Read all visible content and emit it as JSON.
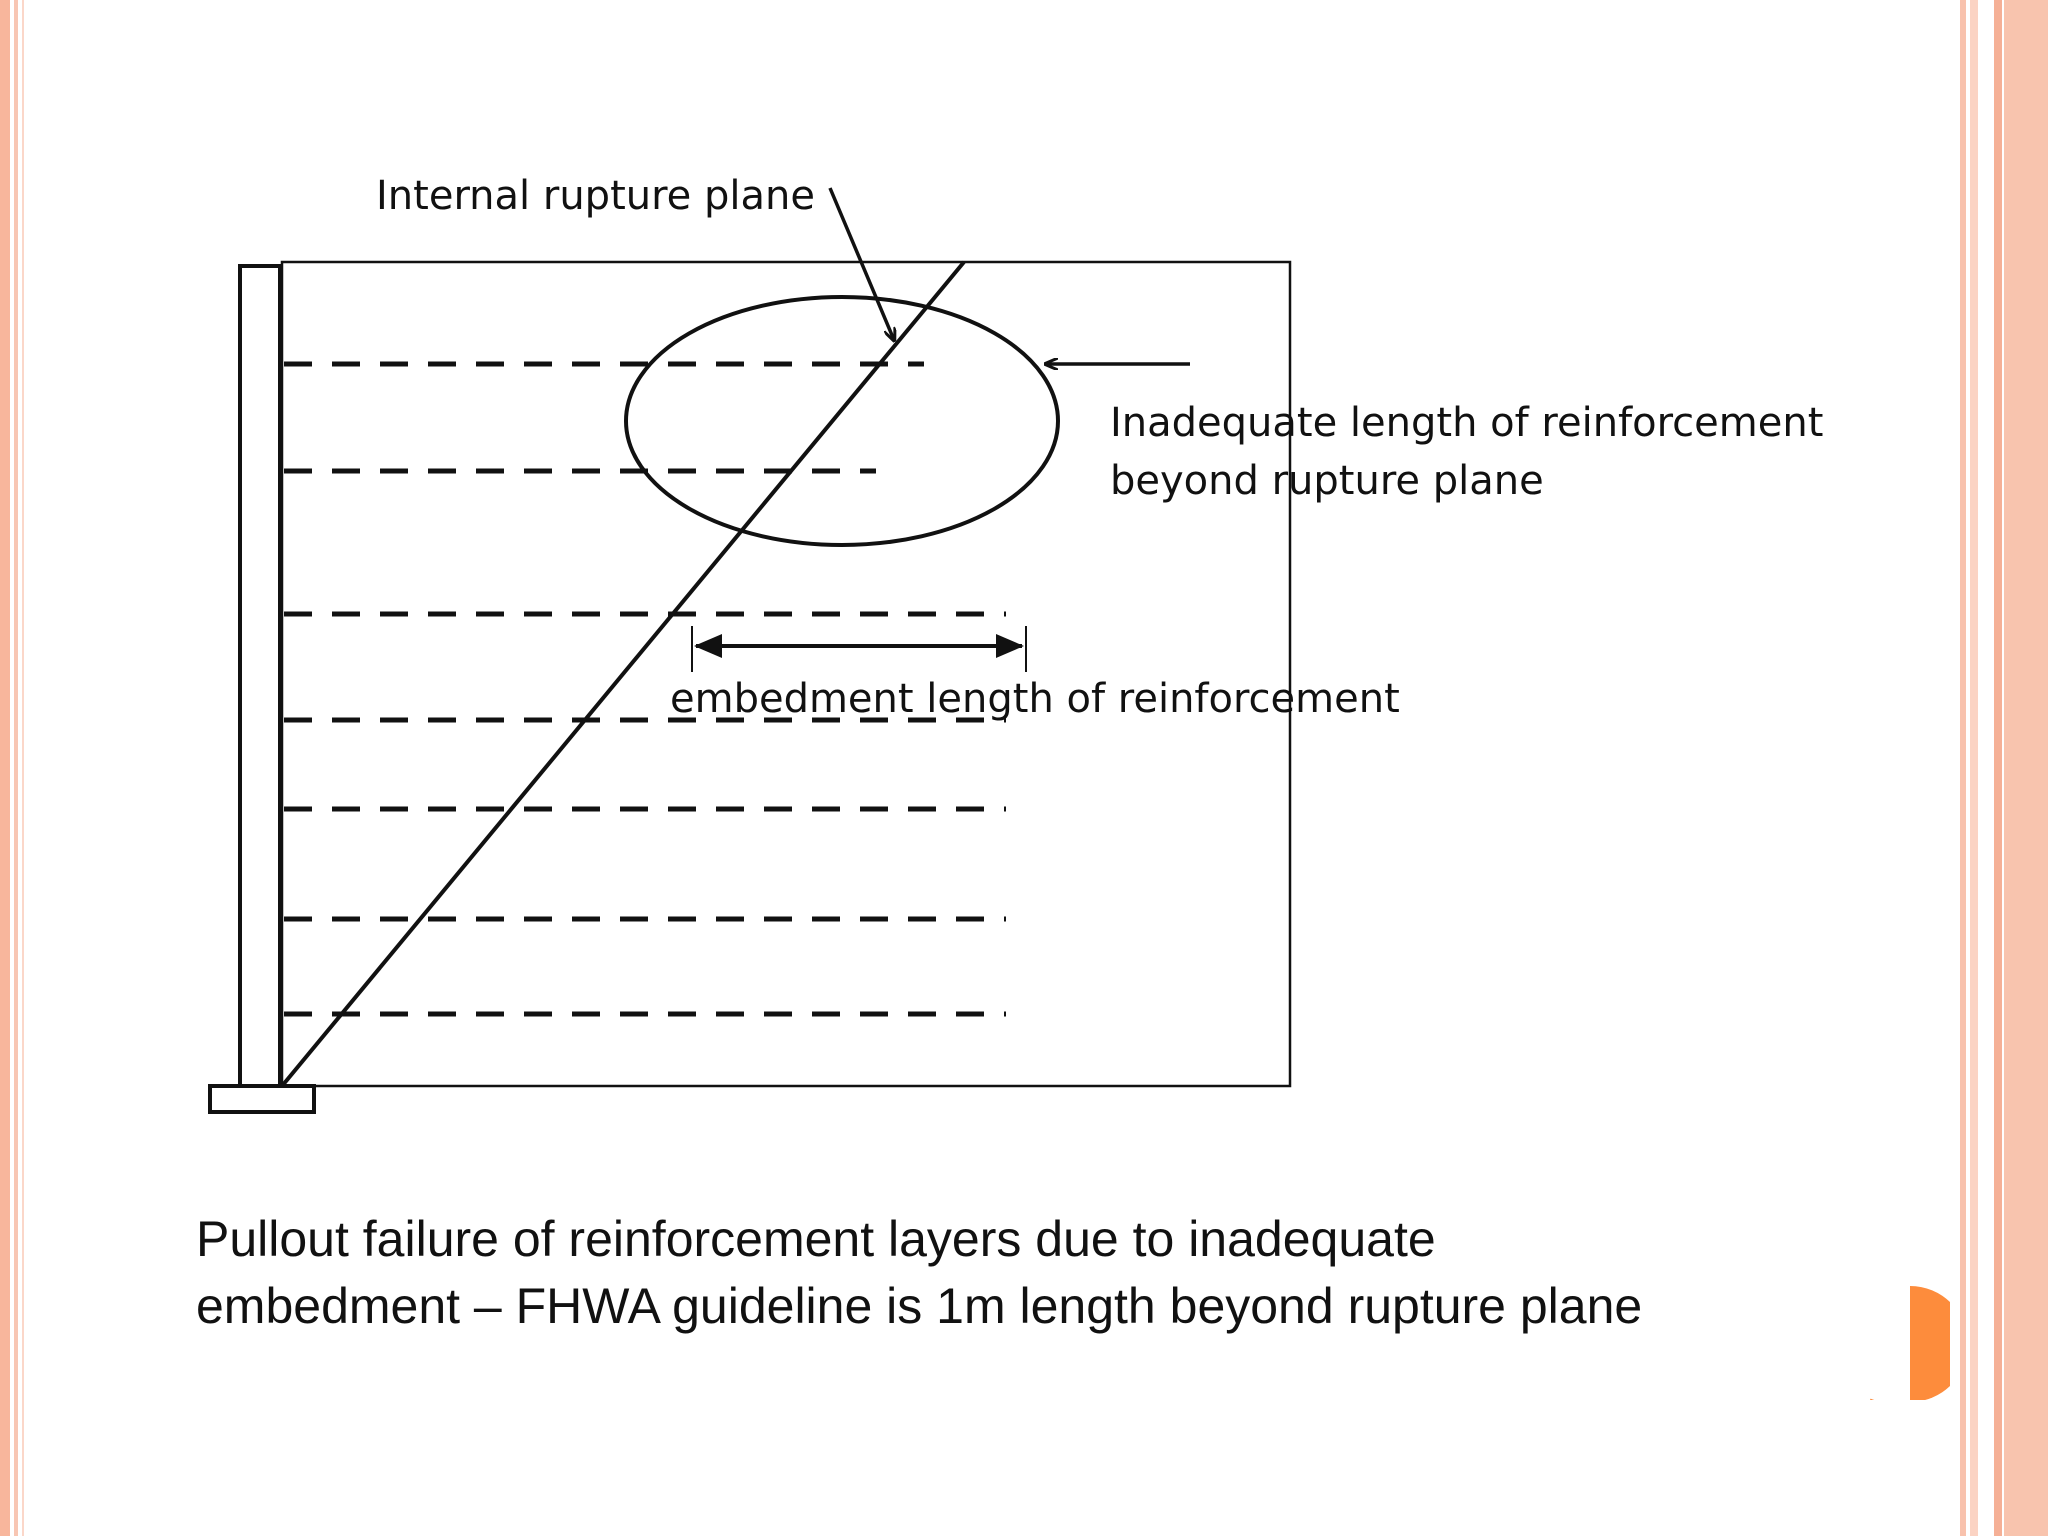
{
  "colors": {
    "border_stripe": "#f8b69c",
    "accent_orange": "#fd8c3c",
    "ink": "#111111"
  },
  "diagram": {
    "labels": {
      "rupture_plane": "Internal rupture plane",
      "inadequate_line1": "Inadequate length of reinforcement",
      "inadequate_line2": "beyond rupture plane",
      "embedment": "embedment length of reinforcement"
    },
    "reinforcement_layer_count": 7
  },
  "caption": {
    "line1": "Pullout failure of reinforcement layers due to inadequate",
    "line2": "embedment – FHWA guideline is 1m length beyond rupture plane"
  }
}
